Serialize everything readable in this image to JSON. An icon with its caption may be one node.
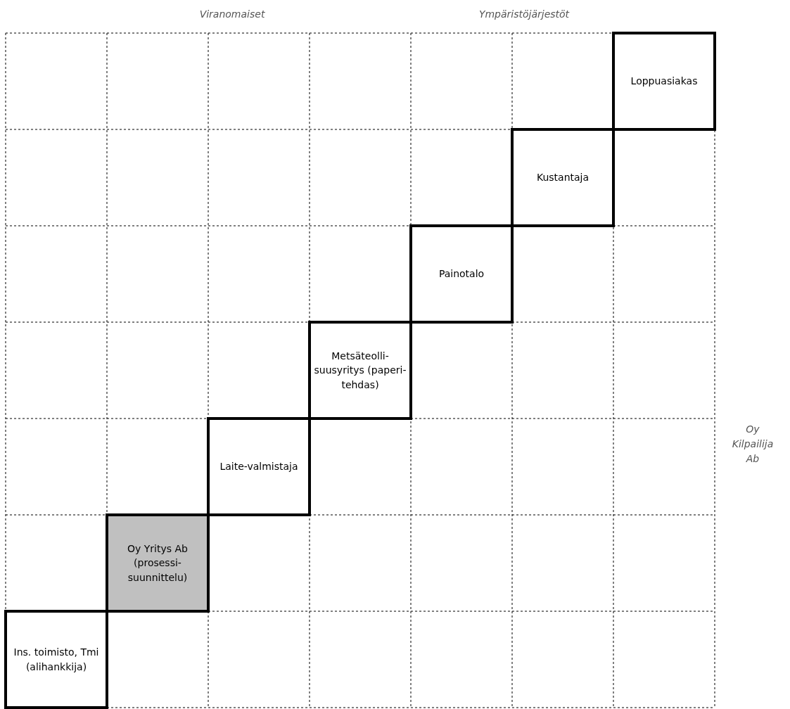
{
  "diagram": {
    "nodes": [
      {
        "text": [
          "Loppuasiakas"
        ]
      },
      {
        "text": [
          "Kustantaja"
        ]
      },
      {
        "text": [
          "Painotalo"
        ]
      },
      {
        "text": [
          "Metsäteolli-suusyritys (paperi-tehdas)"
        ]
      },
      {
        "text": [
          "Laite-valmistaja"
        ]
      },
      {
        "text": [
          "Oy Yritys Ab (prosessi-suunnittelu)"
        ]
      },
      {
        "text": [
          "Ins. toimisto, Tmi (alihankkija)"
        ]
      }
    ],
    "labels": [
      "Viranomaiset",
      "Ympäristöjärjestöt",
      "Oy Kilpailija Ab"
    ]
  }
}
